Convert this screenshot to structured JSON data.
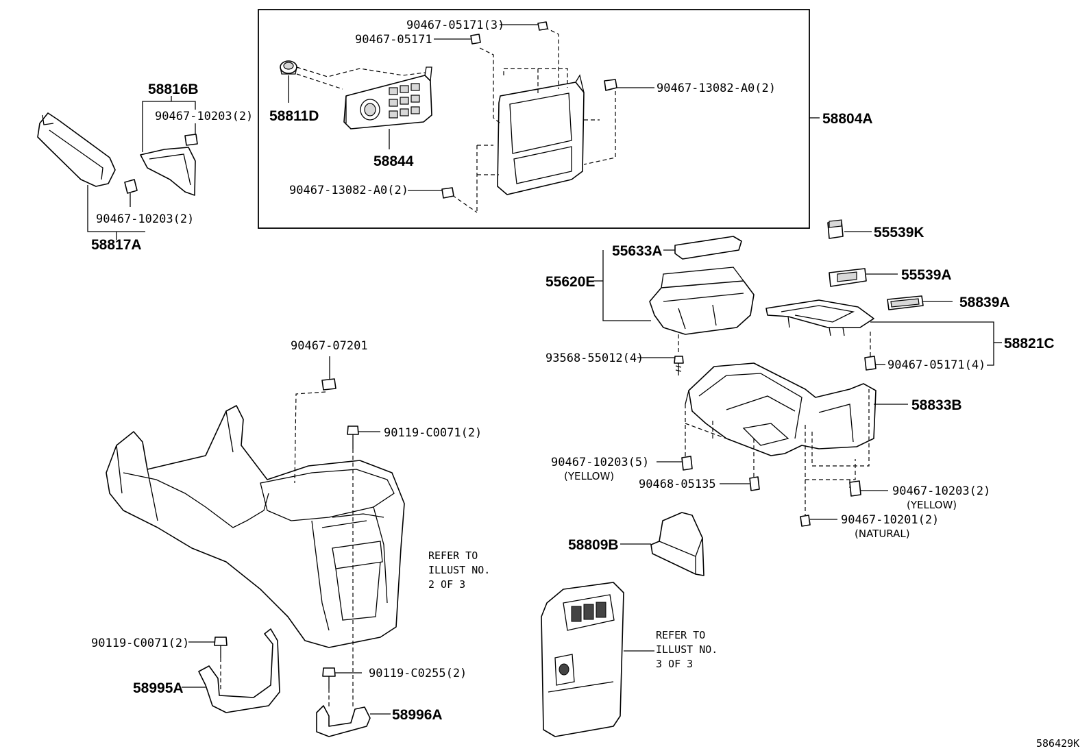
{
  "diagram_id": "586429K",
  "parts": {
    "p58816B": "58816B",
    "p58817A": "58817A",
    "p58811D": "58811D",
    "p58844": "58844",
    "p58804A": "58804A",
    "p55539K": "55539K",
    "p55633A": "55633A",
    "p55620E": "55620E",
    "p55539A": "55539A",
    "p58839A": "58839A",
    "p58821C": "58821C",
    "p58833B": "58833B",
    "p58809B": "58809B",
    "p58995A": "58995A",
    "p58996A": "58996A"
  },
  "fasteners": {
    "f1": "90467-05171(3)",
    "f2": "90467-05171",
    "f3": "90467-13082-A0(2)",
    "f4": "90467-10203(2)",
    "f5": "90467-13082-A0(2)",
    "f6": "90467-10203(2)",
    "f7": "93568-55012(4)",
    "f8": "90467-05171(4)",
    "f9": "90467-07201",
    "f10": "90119-C0071(2)",
    "f11": "90467-10203(5)",
    "f12": "90468-05135",
    "f13": "90467-10203(2)",
    "f14": "90467-10201(2)",
    "f15": "90119-C0071(2)",
    "f16": "90119-C0255(2)"
  },
  "notes": {
    "n1": "(YELLOW)",
    "n2": "(YELLOW)",
    "n3": "(NATURAL)"
  },
  "refs": {
    "r2a": "REFER TO",
    "r2b": "ILLUST NO.",
    "r2c": "2 OF 3",
    "r3a": "REFER TO",
    "r3b": "ILLUST NO.",
    "r3c": "3 OF 3"
  }
}
